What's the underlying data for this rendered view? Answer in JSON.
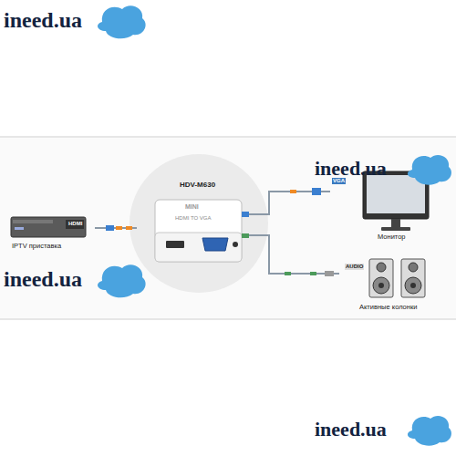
{
  "diagram": {
    "nodes": [
      {
        "text": [
          "HDMI",
          "IPTV приставка"
        ]
      },
      {
        "text": [
          "HDV-M630",
          "MINI",
          "HDMI TO VGA"
        ]
      },
      {
        "text": [
          "VGA",
          "Монитор"
        ]
      },
      {
        "text": [
          "AUDIO",
          "Активные колонки"
        ]
      }
    ],
    "edges": [
      {
        "from": 0,
        "to": 1,
        "arrow": "none"
      },
      {
        "from": 1,
        "to": 2,
        "arrow": "none"
      },
      {
        "from": 1,
        "to": 3,
        "arrow": "none"
      }
    ],
    "labels": [
      "ineed.ua",
      "ineed.ua",
      "ineed.ua",
      "ineed.ua"
    ]
  }
}
